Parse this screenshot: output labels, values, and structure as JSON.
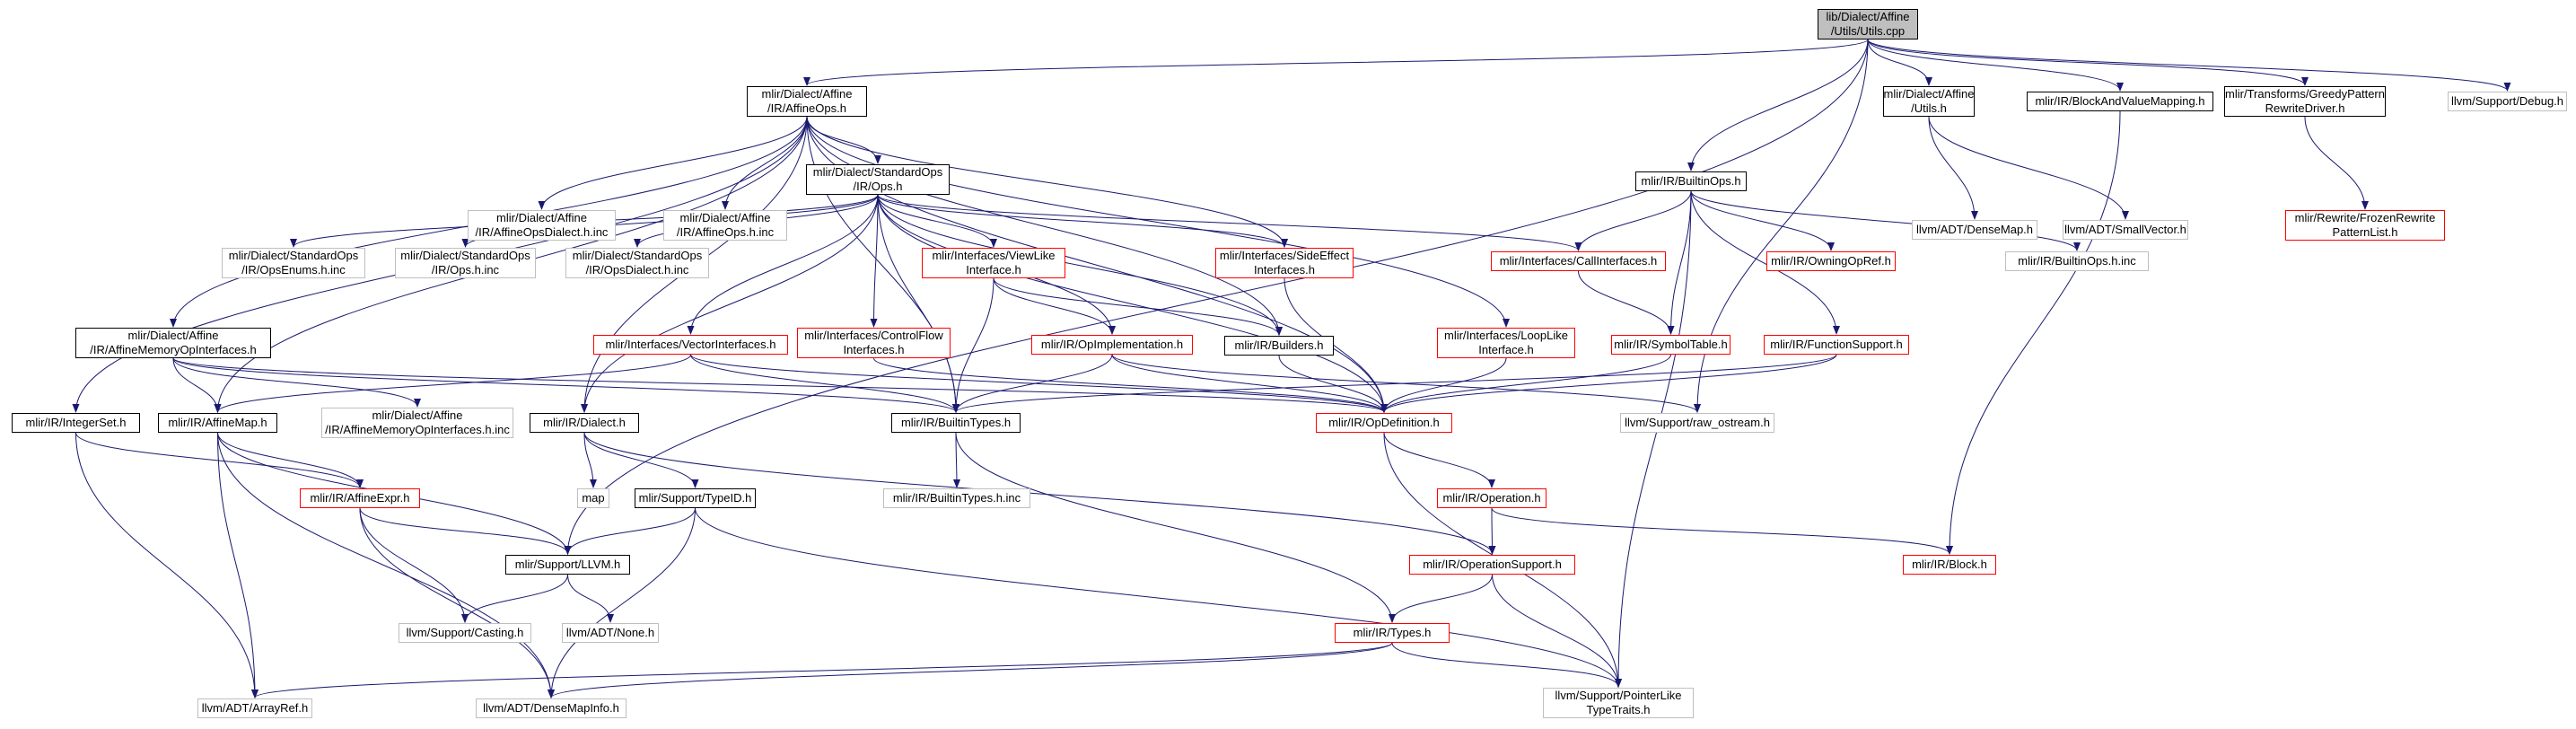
{
  "graph": {
    "nodes": [
      {
        "id": "n0",
        "label": "lib/Dialect/Affine\n/Utils/Utils.cpp",
        "kind": "root"
      },
      {
        "id": "n1",
        "label": "mlir/Dialect/Affine\n/IR/AffineOps.h",
        "kind": "black"
      },
      {
        "id": "n2",
        "label": "mlir/IR/BuiltinOps.h",
        "kind": "black"
      },
      {
        "id": "n3",
        "label": "mlir/Dialect/Affine\n/Utils.h",
        "kind": "black"
      },
      {
        "id": "n4",
        "label": "mlir/IR/BlockAndValueMapping.h",
        "kind": "black"
      },
      {
        "id": "n5",
        "label": "mlir/Transforms/GreedyPattern\nRewriteDriver.h",
        "kind": "black"
      },
      {
        "id": "n6",
        "label": "llvm/Support/Debug.h",
        "kind": "gray"
      },
      {
        "id": "n7",
        "label": "mlir/Dialect/Affine\n/IR/AffineOpsDialect.h.inc",
        "kind": "gray"
      },
      {
        "id": "n8",
        "label": "mlir/Dialect/Affine\n/IR/AffineOps.h.inc",
        "kind": "gray"
      },
      {
        "id": "n9",
        "label": "mlir/Dialect/StandardOps\n/IR/Ops.h",
        "kind": "black"
      },
      {
        "id": "n10",
        "label": "llvm/ADT/DenseMap.h",
        "kind": "gray"
      },
      {
        "id": "n11",
        "label": "llvm/ADT/SmallVector.h",
        "kind": "gray"
      },
      {
        "id": "n12",
        "label": "mlir/Rewrite/FrozenRewrite\nPatternList.h",
        "kind": "red"
      },
      {
        "id": "n13",
        "label": "mlir/Dialect/StandardOps\n/IR/OpsEnums.h.inc",
        "kind": "gray"
      },
      {
        "id": "n14",
        "label": "mlir/Dialect/StandardOps\n/IR/Ops.h.inc",
        "kind": "gray"
      },
      {
        "id": "n15",
        "label": "mlir/Dialect/StandardOps\n/IR/OpsDialect.h.inc",
        "kind": "gray"
      },
      {
        "id": "n16",
        "label": "mlir/Interfaces/ViewLike\nInterface.h",
        "kind": "red"
      },
      {
        "id": "n17",
        "label": "mlir/Interfaces/SideEffect\nInterfaces.h",
        "kind": "red"
      },
      {
        "id": "n18",
        "label": "mlir/Interfaces/CallInterfaces.h",
        "kind": "red"
      },
      {
        "id": "n19",
        "label": "mlir/IR/OwningOpRef.h",
        "kind": "red"
      },
      {
        "id": "n20",
        "label": "mlir/IR/BuiltinOps.h.inc",
        "kind": "gray"
      },
      {
        "id": "n21",
        "label": "mlir/Dialect/Affine\n/IR/AffineMemoryOpInterfaces.h",
        "kind": "black"
      },
      {
        "id": "n22",
        "label": "mlir/Interfaces/VectorInterfaces.h",
        "kind": "red"
      },
      {
        "id": "n23",
        "label": "mlir/Interfaces/ControlFlow\nInterfaces.h",
        "kind": "red"
      },
      {
        "id": "n24",
        "label": "mlir/IR/OpImplementation.h",
        "kind": "red"
      },
      {
        "id": "n25",
        "label": "mlir/IR/Builders.h",
        "kind": "black"
      },
      {
        "id": "n26",
        "label": "mlir/Interfaces/LoopLike\nInterface.h",
        "kind": "red"
      },
      {
        "id": "n27",
        "label": "mlir/IR/SymbolTable.h",
        "kind": "red"
      },
      {
        "id": "n28",
        "label": "mlir/IR/FunctionSupport.h",
        "kind": "red"
      },
      {
        "id": "n29",
        "label": "mlir/IR/IntegerSet.h",
        "kind": "black"
      },
      {
        "id": "n30",
        "label": "mlir/IR/AffineMap.h",
        "kind": "black"
      },
      {
        "id": "n31",
        "label": "mlir/Dialect/Affine\n/IR/AffineMemoryOpInterfaces.h.inc",
        "kind": "gray"
      },
      {
        "id": "n32",
        "label": "mlir/IR/Dialect.h",
        "kind": "black"
      },
      {
        "id": "n33",
        "label": "mlir/IR/BuiltinTypes.h",
        "kind": "black"
      },
      {
        "id": "n34",
        "label": "mlir/IR/OpDefinition.h",
        "kind": "red"
      },
      {
        "id": "n35",
        "label": "llvm/Support/raw_ostream.h",
        "kind": "gray"
      },
      {
        "id": "n36",
        "label": "mlir/IR/AffineExpr.h",
        "kind": "red"
      },
      {
        "id": "n37",
        "label": "map",
        "kind": "gray"
      },
      {
        "id": "n38",
        "label": "mlir/Support/TypeID.h",
        "kind": "black"
      },
      {
        "id": "n39",
        "label": "mlir/IR/BuiltinTypes.h.inc",
        "kind": "gray"
      },
      {
        "id": "n40",
        "label": "mlir/IR/Operation.h",
        "kind": "red"
      },
      {
        "id": "n41",
        "label": "mlir/Support/LLVM.h",
        "kind": "black"
      },
      {
        "id": "n42",
        "label": "mlir/IR/OperationSupport.h",
        "kind": "red"
      },
      {
        "id": "n43",
        "label": "mlir/IR/Block.h",
        "kind": "red"
      },
      {
        "id": "n44",
        "label": "llvm/Support/Casting.h",
        "kind": "gray"
      },
      {
        "id": "n45",
        "label": "llvm/ADT/None.h",
        "kind": "gray"
      },
      {
        "id": "n46",
        "label": "mlir/IR/Types.h",
        "kind": "red"
      },
      {
        "id": "n47",
        "label": "llvm/ADT/ArrayRef.h",
        "kind": "gray"
      },
      {
        "id": "n48",
        "label": "llvm/ADT/DenseMapInfo.h",
        "kind": "gray"
      },
      {
        "id": "n49",
        "label": "llvm/Support/PointerLike\nTypeTraits.h",
        "kind": "gray"
      }
    ],
    "edges": [
      [
        "n0",
        "n1"
      ],
      [
        "n0",
        "n2"
      ],
      [
        "n0",
        "n3"
      ],
      [
        "n0",
        "n4"
      ],
      [
        "n0",
        "n5"
      ],
      [
        "n0",
        "n6"
      ],
      [
        "n0",
        "n35"
      ],
      [
        "n0",
        "n41"
      ],
      [
        "n1",
        "n7"
      ],
      [
        "n1",
        "n8"
      ],
      [
        "n1",
        "n9"
      ],
      [
        "n1",
        "n17"
      ],
      [
        "n1",
        "n21"
      ],
      [
        "n1",
        "n25"
      ],
      [
        "n1",
        "n26"
      ],
      [
        "n1",
        "n29"
      ],
      [
        "n1",
        "n30"
      ],
      [
        "n1",
        "n33"
      ],
      [
        "n1",
        "n34"
      ],
      [
        "n1",
        "n32"
      ],
      [
        "n2",
        "n18"
      ],
      [
        "n2",
        "n19"
      ],
      [
        "n2",
        "n20"
      ],
      [
        "n2",
        "n27"
      ],
      [
        "n2",
        "n28"
      ],
      [
        "n2",
        "n49"
      ],
      [
        "n3",
        "n10"
      ],
      [
        "n3",
        "n11"
      ],
      [
        "n4",
        "n43"
      ],
      [
        "n5",
        "n12"
      ],
      [
        "n9",
        "n13"
      ],
      [
        "n9",
        "n14"
      ],
      [
        "n9",
        "n15"
      ],
      [
        "n9",
        "n16"
      ],
      [
        "n9",
        "n17"
      ],
      [
        "n9",
        "n18"
      ],
      [
        "n9",
        "n22"
      ],
      [
        "n9",
        "n23"
      ],
      [
        "n9",
        "n24"
      ],
      [
        "n9",
        "n25"
      ],
      [
        "n9",
        "n32"
      ],
      [
        "n9",
        "n33"
      ],
      [
        "n9",
        "n34"
      ],
      [
        "n16",
        "n24"
      ],
      [
        "n16",
        "n25"
      ],
      [
        "n16",
        "n33"
      ],
      [
        "n17",
        "n34"
      ],
      [
        "n18",
        "n27"
      ],
      [
        "n21",
        "n30"
      ],
      [
        "n21",
        "n31"
      ],
      [
        "n21",
        "n33"
      ],
      [
        "n21",
        "n34"
      ],
      [
        "n22",
        "n30"
      ],
      [
        "n22",
        "n33"
      ],
      [
        "n22",
        "n34"
      ],
      [
        "n23",
        "n34"
      ],
      [
        "n24",
        "n33"
      ],
      [
        "n24",
        "n34"
      ],
      [
        "n24",
        "n35"
      ],
      [
        "n25",
        "n34"
      ],
      [
        "n26",
        "n34"
      ],
      [
        "n27",
        "n34"
      ],
      [
        "n28",
        "n33"
      ],
      [
        "n28",
        "n34"
      ],
      [
        "n29",
        "n36"
      ],
      [
        "n29",
        "n47"
      ],
      [
        "n30",
        "n36"
      ],
      [
        "n30",
        "n41"
      ],
      [
        "n30",
        "n47"
      ],
      [
        "n30",
        "n48"
      ],
      [
        "n32",
        "n37"
      ],
      [
        "n32",
        "n38"
      ],
      [
        "n32",
        "n42"
      ],
      [
        "n33",
        "n39"
      ],
      [
        "n33",
        "n46"
      ],
      [
        "n34",
        "n40"
      ],
      [
        "n34",
        "n49"
      ],
      [
        "n36",
        "n41"
      ],
      [
        "n36",
        "n44"
      ],
      [
        "n36",
        "n48"
      ],
      [
        "n38",
        "n41"
      ],
      [
        "n38",
        "n48"
      ],
      [
        "n38",
        "n49"
      ],
      [
        "n40",
        "n42"
      ],
      [
        "n40",
        "n43"
      ],
      [
        "n41",
        "n44"
      ],
      [
        "n41",
        "n45"
      ],
      [
        "n42",
        "n46"
      ],
      [
        "n42",
        "n49"
      ],
      [
        "n46",
        "n47"
      ],
      [
        "n46",
        "n48"
      ],
      [
        "n46",
        "n49"
      ]
    ]
  },
  "colors": {
    "edge_black": "#191970",
    "edge_gray": "#bfbfbf",
    "node_root_fill": "#bfbfbf",
    "border_black": "#000000",
    "border_red": "#ff0000",
    "border_gray": "#bfbfbf"
  }
}
